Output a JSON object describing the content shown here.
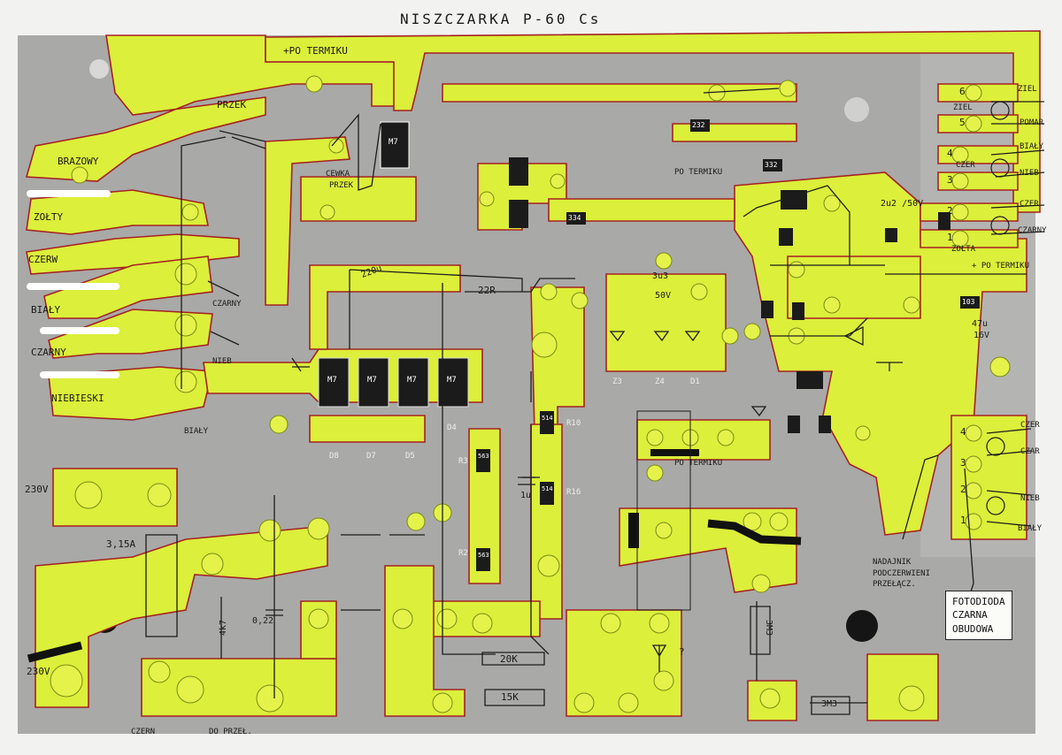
{
  "title": "NISZCZARKA  P-60 Cs",
  "labels": {
    "po_termiku_top": "+PO TERMIKU",
    "przek": "PRZEK",
    "cewka": "CEWKA",
    "cewka2": "PRZEK",
    "brazowy": "BRAZOWY",
    "zolty": "ZOŁTY",
    "czerw": "CZERW",
    "bialy": "BIAŁY",
    "czarny": "CZARNY",
    "niebieski": "NIEBIESKI",
    "czarny_arrow": "CZARNY",
    "nieb_arrow": "NIEB",
    "bialy_arrow": "BIAŁY",
    "v230": "230V",
    "v230b": "230V",
    "fuse": "3,15A",
    "cap022": "0,22",
    "r_4k7": "4k7",
    "czern": "CZERN",
    "do_przel": "DO PRZEŁ.",
    "cap_220u": "220u",
    "r_22r": "22R",
    "cap_3u3": "3u3",
    "cap_3u3b": "50V",
    "r_15k": "15K",
    "r_20k": "20K",
    "led_q": "?",
    "po_termiku_mid": "PO TERMIKU",
    "po_termiku_low": "+ PO TERMIKU",
    "po_termiku_top_right": "+ PO TERMIKU",
    "cap_2u2": "2u2 /50V",
    "cap_47u": "47u",
    "cap_47u_v": "16V",
    "r_3m3": "3M3",
    "r_3m3b": "3M3",
    "r_1u": "1u",
    "ziel": "ZIEL",
    "ziel2": "ZIEL",
    "pomar": "POMAR",
    "biały_r": "BIAŁY",
    "nieb_r": "NIEB",
    "czer_r": "CZER",
    "czer_r2": "CZER",
    "czarny_r": "CZARNY",
    "zolta": "ZOŁTA",
    "czer_b": "CZER",
    "czar_b": "CZAR",
    "nieb_b": "NIEB",
    "bialy_b": "BIAŁY",
    "d8": "D8",
    "d7": "D7",
    "d5": "D5",
    "d4": "D4",
    "r3": "R3",
    "r2": "R2",
    "r10": "R10",
    "r16": "R16",
    "z3": "Z3",
    "z4": "Z4",
    "d1": "D1",
    "m7": "M7",
    "smd_232": "232",
    "smd_334": "334",
    "smd_332": "332",
    "smd_514": "514",
    "smd_563": "563",
    "smd_103": "103",
    "pins": [
      "6",
      "5",
      "4",
      "3",
      "2",
      "1"
    ],
    "pins_b": [
      "4",
      "3",
      "2",
      "1"
    ]
  },
  "notes": {
    "nadajnik": [
      "NADAJNIK",
      "PODCZERWIENI",
      "PRZEŁĄCZ."
    ],
    "fotodioda": [
      "FOTODIODA",
      "CZARNA",
      "OBUDOWA"
    ]
  }
}
